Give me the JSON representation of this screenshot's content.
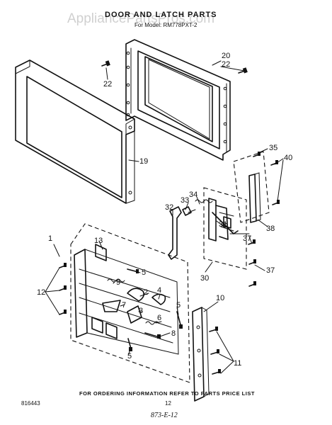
{
  "watermark": "AppliancePartsPros.com",
  "title": "DOOR AND LATCH PARTS",
  "model": "For Model: RM778PXT-2",
  "callouts": [
    "1",
    "2",
    "3",
    "4",
    "5",
    "6",
    "7",
    "8",
    "9",
    "10",
    "11",
    "12",
    "13",
    "19",
    "20",
    "22",
    "30",
    "31",
    "32",
    "33",
    "34",
    "35",
    "37",
    "38",
    "40"
  ],
  "footer": {
    "note": "FOR ORDERING INFORMATION REFER TO PARTS PRICE LIST",
    "left_code": "816443",
    "page": "12",
    "handwritten": "873-E-12"
  }
}
